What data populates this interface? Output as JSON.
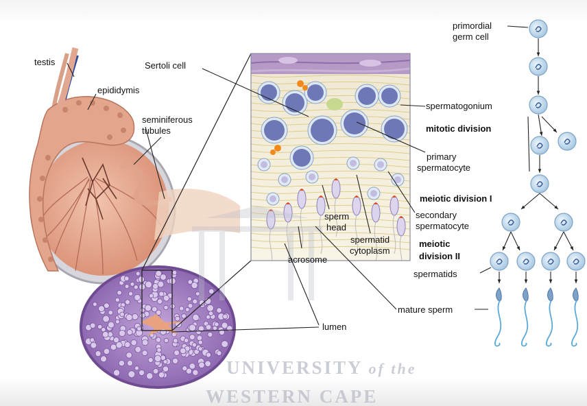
{
  "labels": {
    "testis": "testis",
    "epididymis": "epididymis",
    "seminiferous_tubules_1": "seminiferous",
    "seminiferous_tubules_2": "tubules",
    "sertoli_cell": "Sertoli cell",
    "primordial_germ_cell_1": "primordial",
    "primordial_germ_cell_2": "germ cell",
    "spermatogonium": "spermatogonium",
    "mitotic_division": "mitotic division",
    "primary_spermatocyte_1": "primary",
    "primary_spermatocyte_2": "spermatocyte",
    "meiotic_division_1": "meiotic division I",
    "secondary_spermatocyte_1": "secondary",
    "secondary_spermatocyte_2": "spermatocyte",
    "meiotic_division_2a": "meiotic",
    "meiotic_division_2b": "division II",
    "spermatids": "spermatids",
    "sperm_head_1": "sperm",
    "sperm_head_2": "head",
    "spermatid_cytoplasm_1": "spermatid",
    "spermatid_cytoplasm_2": "cytoplasm",
    "acrosome": "acrosome",
    "mature_sperm": "mature sperm",
    "lumen": "lumen"
  },
  "watermark": {
    "line1_a": "UNIVERSITY",
    "line1_b": "of the",
    "line2": "WESTERN CAPE"
  },
  "colors": {
    "tissue_pink": "#e6a890",
    "tubule_purple": "#8d63ae",
    "cell_blue": "#bcd6ea",
    "nucleus": "#5a6fa8",
    "vessel_blue": "#2d4a9a",
    "vessel_red": "#c0282e"
  }
}
